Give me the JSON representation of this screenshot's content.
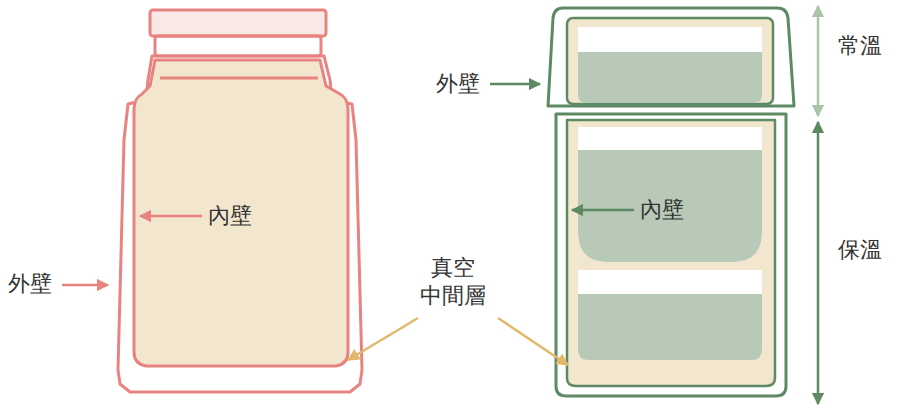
{
  "diagram": {
    "labels": [
      "外壁",
      "內壁",
      "真空 中間層",
      "外壁",
      "內壁",
      "常溫",
      "保溫"
    ]
  }
}
